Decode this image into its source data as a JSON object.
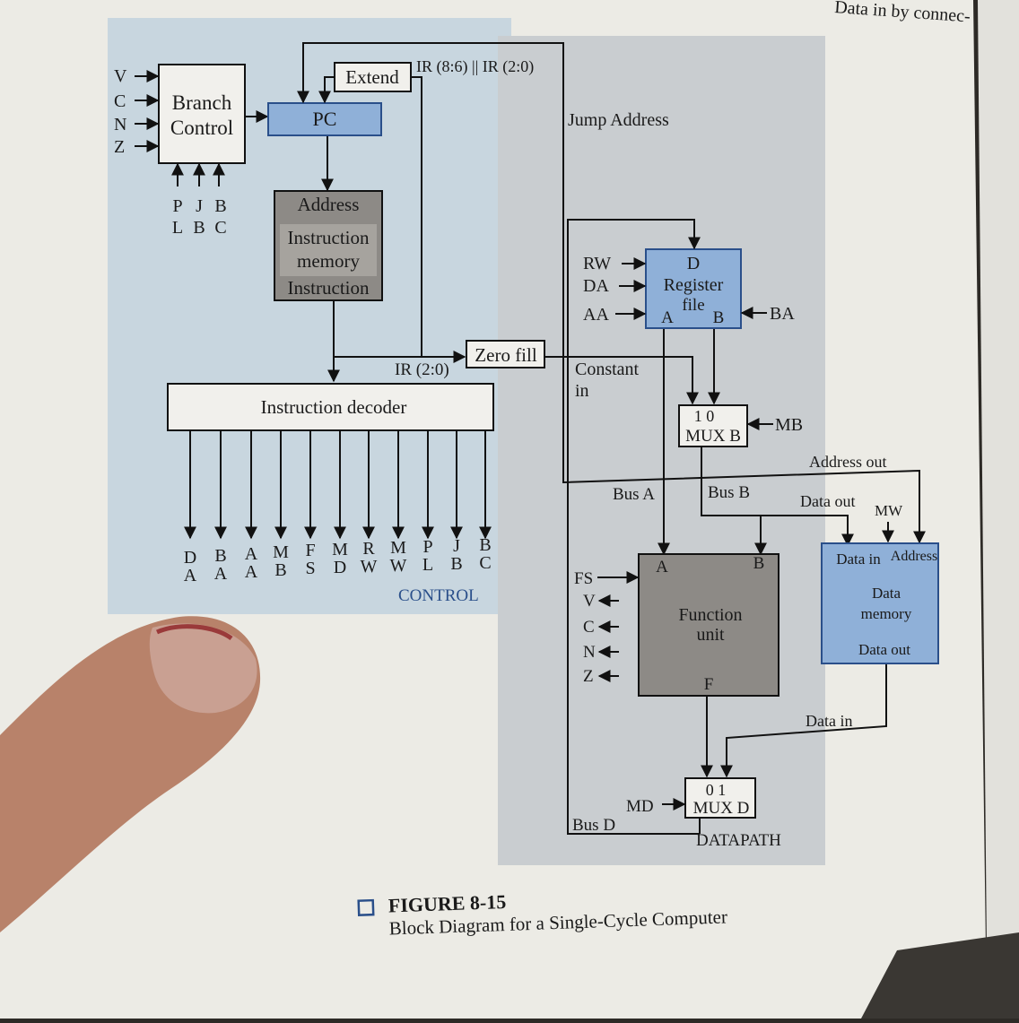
{
  "page_header": "Data in by connec-",
  "control": {
    "section_label": "CONTROL",
    "flag_inputs": [
      "V",
      "C",
      "N",
      "Z"
    ],
    "branch_control": [
      "Branch",
      "Control"
    ],
    "branch_inputs": [
      [
        "P",
        "L"
      ],
      [
        "J",
        "B"
      ],
      [
        "B",
        "C"
      ]
    ],
    "pc": "PC",
    "extend": "Extend",
    "ir_concat": "IR (8:6) || IR (2:0)",
    "instruction_memory": [
      "Address",
      "Instruction",
      "memory",
      "Instruction"
    ],
    "ir_low": "IR (2:0)",
    "zero_fill": "Zero fill",
    "instruction_decoder": "Instruction decoder",
    "control_signals": [
      [
        "D",
        "A"
      ],
      [
        "B",
        "A"
      ],
      [
        "A",
        "A"
      ],
      [
        "M",
        "B"
      ],
      [
        "F",
        "S"
      ],
      [
        "M",
        "D"
      ],
      [
        "R",
        "W"
      ],
      [
        "M",
        "W"
      ],
      [
        "P",
        "L"
      ],
      [
        "J",
        "B"
      ],
      [
        "B",
        "C"
      ]
    ]
  },
  "datapath": {
    "section_label": "DATAPATH",
    "jump_address": "Jump Address",
    "register_file": {
      "top": "D",
      "title": "Register",
      "sub": "file",
      "port_a": "A",
      "port_b": "B",
      "inputs": [
        "RW",
        "DA",
        "AA"
      ],
      "ba": "BA"
    },
    "constant_in": [
      "Constant",
      "in"
    ],
    "mux_b": {
      "sel": "1  0",
      "name": "MUX B",
      "signal": "MB"
    },
    "address_out": "Address out",
    "data_out": "Data out",
    "mw": "MW",
    "bus_a": "Bus A",
    "bus_b": "Bus B",
    "function_unit": {
      "port_a": "A",
      "port_b": "B",
      "title": [
        "Function",
        "unit"
      ],
      "port_f": "F",
      "fs": "FS",
      "flags": [
        "V",
        "C",
        "N",
        "Z"
      ]
    },
    "data_memory": {
      "data_in": "Data in",
      "address": "Address",
      "title": [
        "Data",
        "memory"
      ],
      "data_out": "Data out"
    },
    "data_in_wire": "Data in",
    "mux_d": {
      "sel": "0  1",
      "name": "MUX D",
      "signal": "MD"
    },
    "bus_d": "Bus D"
  },
  "caption": {
    "figure": "FIGURE 8-15",
    "title": "Block Diagram for a Single-Cycle Computer"
  },
  "colors": {
    "page": "#ecebe5",
    "control_shade": "#c8d6df",
    "datapath_shade": "#c9cdd0",
    "blue_block": "#8fb0d8",
    "gray_block": "#8d8a86",
    "box": "#f1f0ec"
  }
}
